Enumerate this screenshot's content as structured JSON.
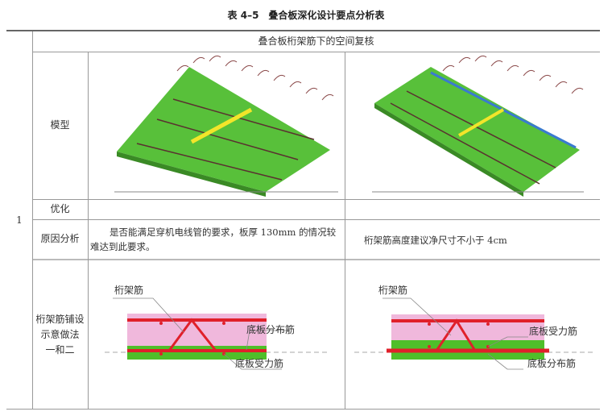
{
  "title": "表 4–5　叠合板深化设计要点分析表",
  "row_number": "1",
  "header": "叠合板桁架筋下的空间复核",
  "rows": {
    "model_label": "模型",
    "optimize_label": "优化",
    "reason_label": "原因分析",
    "reason_left": "是否能满足穿机电线管的要求，板厚 130mm 的情况较难达到此要求。",
    "reason_right": "桁架筋高度建议净尺寸不小于 4cm",
    "layout_label_lines": [
      "桁架筋铺设",
      "示意做法",
      "一和二"
    ]
  },
  "diagram_left": {
    "truss_label": "桁架筋",
    "upper_label": "底板分布筋",
    "lower_label": "底板受力筋"
  },
  "diagram_right": {
    "truss_label": "桁架筋",
    "upper_label": "底板受力筋",
    "lower_label": "底板分布筋"
  },
  "colors": {
    "slab_green": "#4fbf2a",
    "concrete_pink": "#f0b8dc",
    "rebar_red": "#e0202a",
    "truss_yellow": "#f2e52a",
    "truss_blue": "#3a7ad0"
  }
}
